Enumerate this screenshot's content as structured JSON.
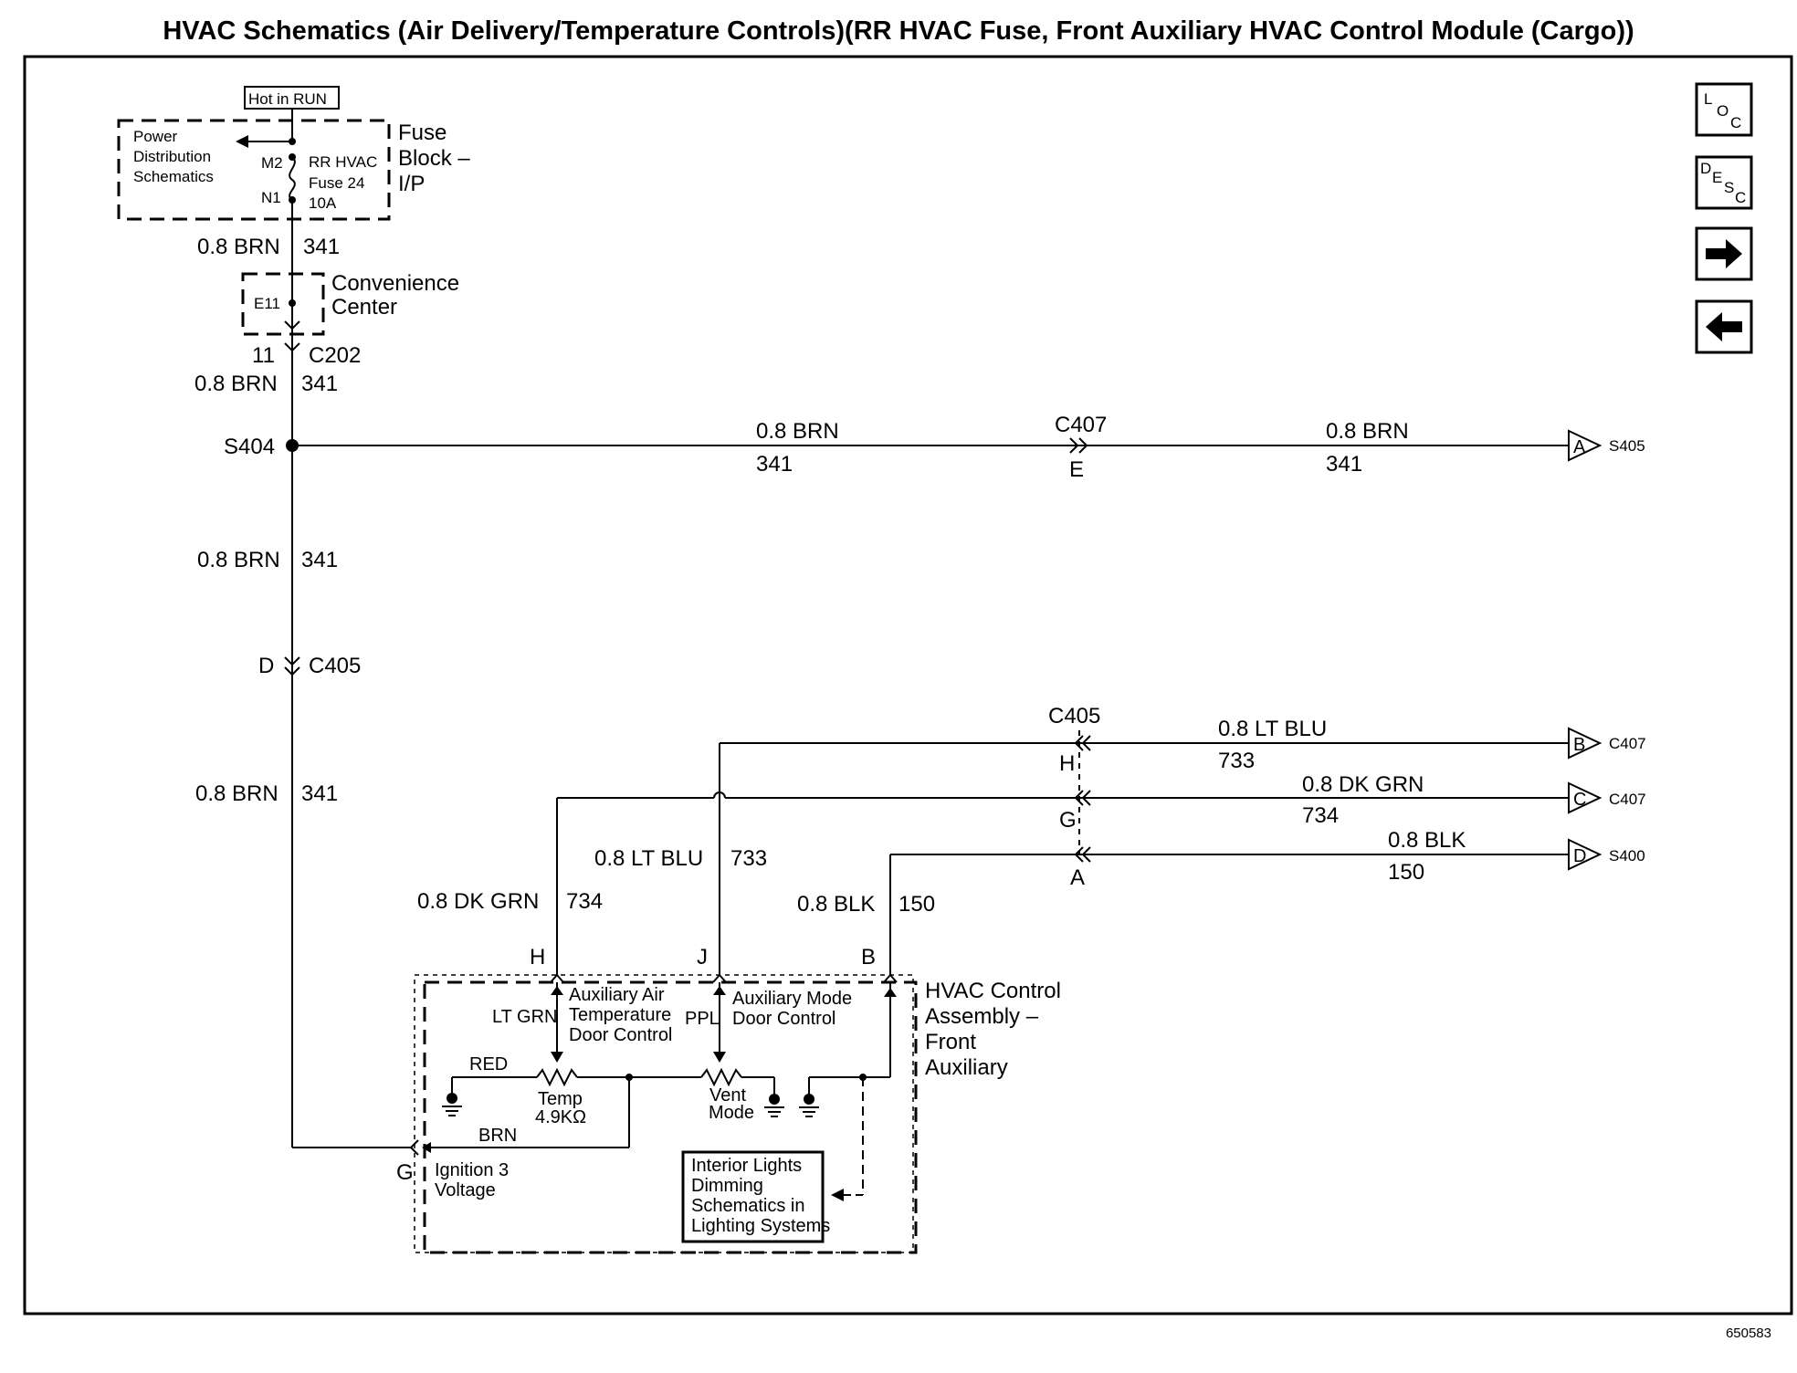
{
  "title": "HVAC Schematics (Air Delivery/Temperature Controls)(RR HVAC Fuse, Front Auxiliary HVAC Control Module (Cargo))",
  "figure_id": "650583",
  "nav_buttons": [
    {
      "name": "loc-button",
      "glyphs": [
        "L",
        "O",
        "C"
      ]
    },
    {
      "name": "desc-button",
      "glyphs": [
        "D",
        "E",
        "S",
        "C"
      ]
    },
    {
      "name": "next-button",
      "icon": "arrow-right-icon"
    },
    {
      "name": "prev-button",
      "icon": "arrow-left-icon"
    }
  ],
  "fuse_block": {
    "hot_label": "Hot in RUN",
    "power_dist": [
      "Power",
      "Distribution",
      "Schematics"
    ],
    "pin_m2": "M2",
    "pin_n1": "N1",
    "fuse_lines": [
      "RR HVAC",
      "Fuse  24",
      "10A"
    ],
    "block_lines": [
      "Fuse",
      "Block –",
      "I/P"
    ]
  },
  "convenience_center": {
    "pin": "E11",
    "lines": [
      "Convenience",
      "Center"
    ]
  },
  "c202": {
    "pin": "11",
    "name": "C202"
  },
  "s404": "S404",
  "c405_main": {
    "pin": "D",
    "name": "C405"
  },
  "wires": {
    "w341_size": "0.8 BRN",
    "w341_num": "341",
    "w733_size": "0.8 LT BLU",
    "w733_num": "733",
    "w734_size": "0.8 DK GRN",
    "w734_num": "734",
    "w150_size": "0.8 BLK",
    "w150_num": "150"
  },
  "c407": {
    "name": "C407",
    "pin": "E"
  },
  "offpage": [
    {
      "letter": "A",
      "label": "S405"
    },
    {
      "letter": "B",
      "label": "C407"
    },
    {
      "letter": "C",
      "label": "C407"
    },
    {
      "letter": "D",
      "label": "S400"
    }
  ],
  "c405_right": {
    "name": "C405",
    "pins": [
      "H",
      "G",
      "A"
    ]
  },
  "module": {
    "name_lines": [
      "HVAC Control",
      "Assembly –",
      "Front",
      "Auxiliary"
    ],
    "pins": [
      "H",
      "J",
      "B",
      "G"
    ],
    "air_temp_lines": [
      "Auxiliary Air",
      "Temperature",
      "Door Control"
    ],
    "mode_lines": [
      "Auxiliary Mode",
      "Door Control"
    ],
    "lt_grn": "LT GRN",
    "ppl": "PPL",
    "red": "RED",
    "brn": "BRN",
    "temp_lines": [
      "Temp",
      "4.9KΩ"
    ],
    "vent_lines": [
      "Vent",
      "Mode"
    ],
    "ignition_lines": [
      "Ignition 3",
      "Voltage"
    ],
    "interior_lines": [
      "Interior Lights",
      "Dimming",
      "Schematics in",
      "Lighting Systems"
    ]
  }
}
